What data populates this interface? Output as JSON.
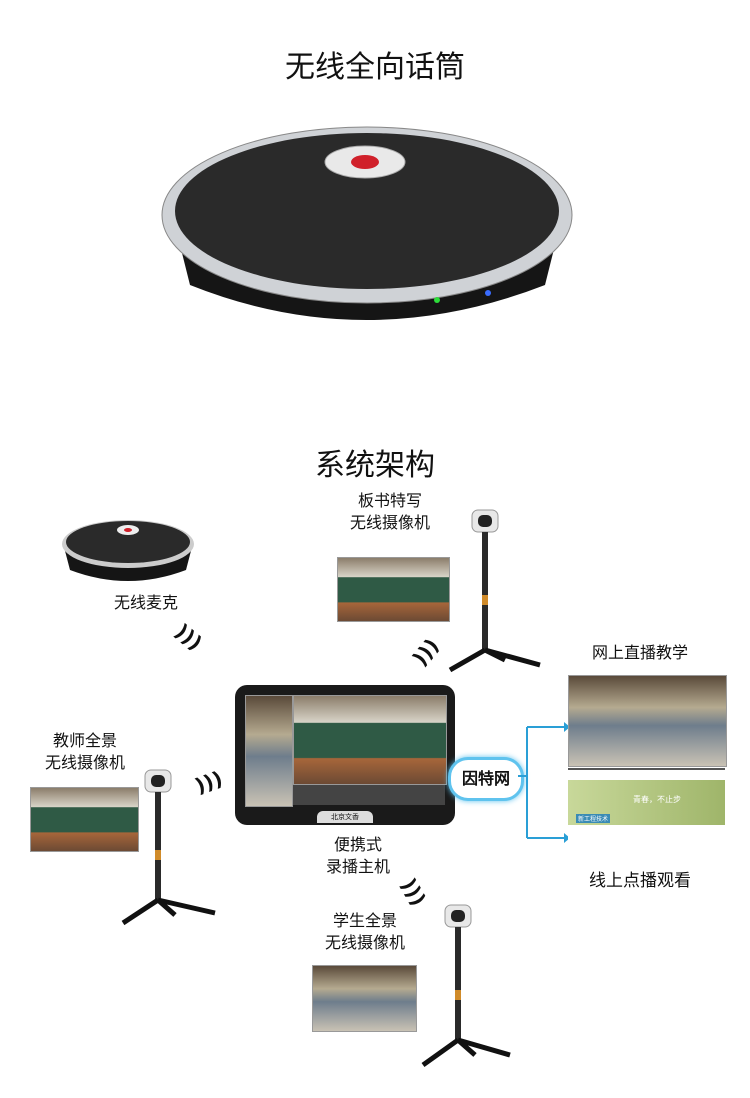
{
  "header": {
    "title": "无线全向话筒"
  },
  "section": {
    "title": "系统架构"
  },
  "devices": {
    "mic": "无线麦克",
    "board_camera": [
      "板书特写",
      "无线摄像机"
    ],
    "teacher_camera": [
      "教师全景",
      "无线摄像机"
    ],
    "student_camera": [
      "学生全景",
      "无线摄像机"
    ],
    "host": [
      "便携式",
      "录播主机"
    ],
    "host_footer": "北京文香"
  },
  "network": {
    "cloud": "因特网"
  },
  "outputs": {
    "live": "网上直播教学",
    "vod": "线上点播观看",
    "web_banner": "青春，不止步",
    "web_tag": "新工程技术"
  },
  "colors": {
    "arrow": "#2a9fd6",
    "cloud": "#5fc3ee",
    "mic_body": "#1b1b1b",
    "mic_logo": "#d0202a"
  }
}
